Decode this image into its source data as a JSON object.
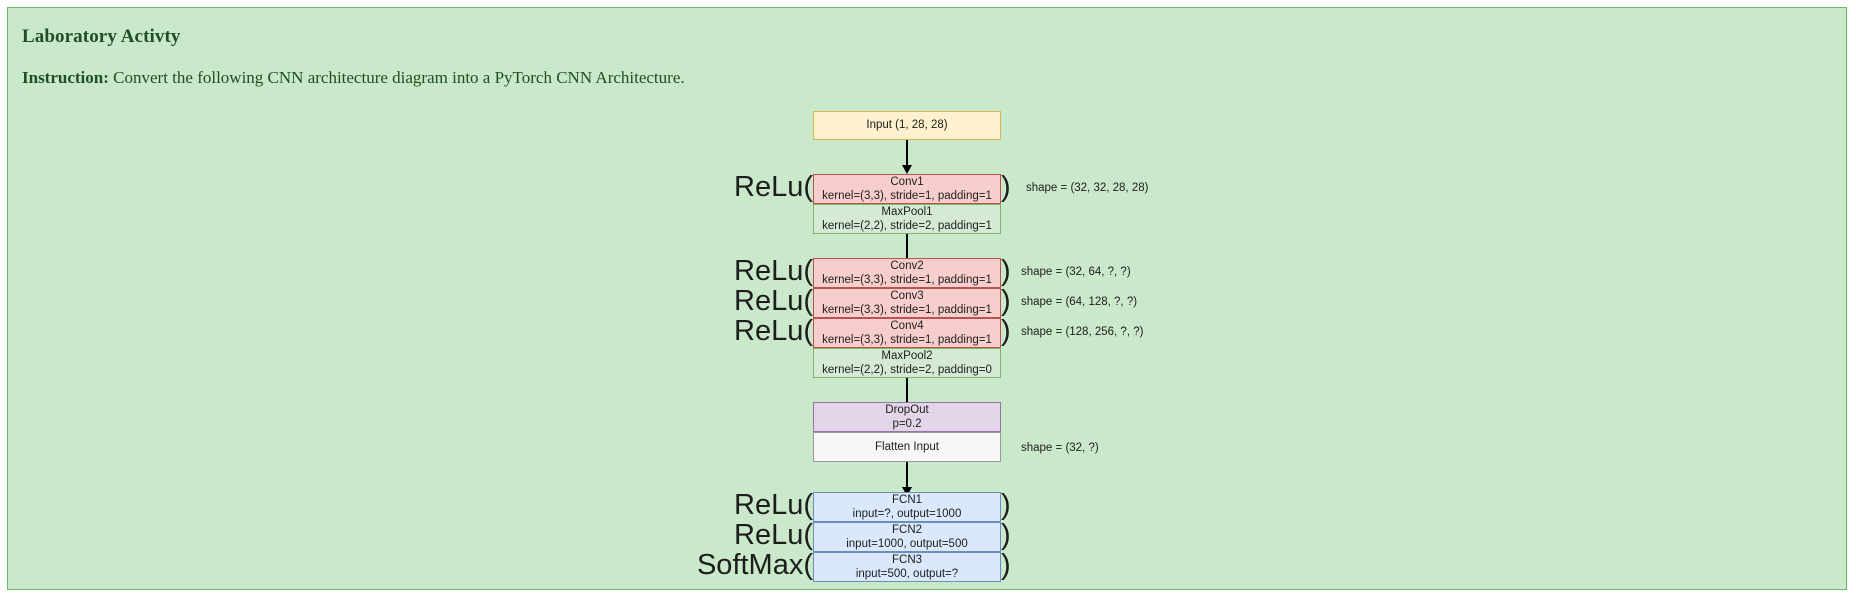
{
  "page": {
    "background_color": "#cae8ca",
    "border_color": "#6bb86b",
    "text_color": "#1f4f25"
  },
  "header": {
    "title": "Laboratory Activty",
    "instruction_label": "Instruction:",
    "instruction_text": "Convert the following CNN architecture diagram into a PyTorch CNN Architecture."
  },
  "diagram": {
    "type": "flowchart",
    "title": "CNN architecture diagram",
    "colors": {
      "input_fill": "#fdf2cd",
      "input_border": "#d6b656",
      "conv_fill": "#f8cecc",
      "conv_border": "#b85450",
      "pool_fill": "#d5ead5",
      "pool_border": "#82b366",
      "dropout_fill": "#e1d5e7",
      "dropout_border": "#9673a6",
      "flatten_fill": "#f7f7f7",
      "flatten_border": "#999999",
      "fcn_fill": "#dae8fc",
      "fcn_border": "#6c8ebf",
      "arrow": "#000000"
    },
    "nodes": [
      {
        "id": "input",
        "title": "Input (1, 28, 28)",
        "subtitle": "",
        "kind": "input"
      },
      {
        "id": "conv1",
        "title": "Conv1",
        "subtitle": "kernel=(3,3), stride=1, padding=1",
        "kind": "conv"
      },
      {
        "id": "maxpool1",
        "title": "MaxPool1",
        "subtitle": "kernel=(2,2), stride=2, padding=1",
        "kind": "pool"
      },
      {
        "id": "conv2",
        "title": "Conv2",
        "subtitle": "kernel=(3,3), stride=1, padding=1",
        "kind": "conv"
      },
      {
        "id": "conv3",
        "title": "Conv3",
        "subtitle": "kernel=(3,3), stride=1, padding=1",
        "kind": "conv"
      },
      {
        "id": "conv4",
        "title": "Conv4",
        "subtitle": "kernel=(3,3), stride=1, padding=1",
        "kind": "conv"
      },
      {
        "id": "maxpool2",
        "title": "MaxPool2",
        "subtitle": "kernel=(2,2), stride=2, padding=0",
        "kind": "pool"
      },
      {
        "id": "dropout",
        "title": "DropOut",
        "subtitle": "p=0.2",
        "kind": "dropout"
      },
      {
        "id": "flatten",
        "title": "Flatten Input",
        "subtitle": "",
        "kind": "flatten"
      },
      {
        "id": "fcn1",
        "title": "FCN1",
        "subtitle": "input=?, output=1000",
        "kind": "fcn"
      },
      {
        "id": "fcn2",
        "title": "FCN2",
        "subtitle": "input=1000, output=500",
        "kind": "fcn"
      },
      {
        "id": "fcn3",
        "title": "FCN3",
        "subtitle": "input=500, output=?",
        "kind": "fcn"
      }
    ],
    "activations": [
      {
        "for": "conv1",
        "open": "ReLu(",
        "close": ")"
      },
      {
        "for": "conv2",
        "open": "ReLu(",
        "close": ")"
      },
      {
        "for": "conv3",
        "open": "ReLu(",
        "close": ")"
      },
      {
        "for": "conv4",
        "open": "ReLu(",
        "close": ")"
      },
      {
        "for": "fcn1",
        "open": "ReLu(",
        "close": ")"
      },
      {
        "for": "fcn2",
        "open": "ReLu(",
        "close": ")"
      },
      {
        "for": "fcn3",
        "open": "SoftMax(",
        "close": ")"
      }
    ],
    "shape_notes": [
      {
        "for": "conv1",
        "text": "shape = (32, 32, 28, 28)"
      },
      {
        "for": "conv2",
        "text": "shape = (32, 64, ?, ?)"
      },
      {
        "for": "conv3",
        "text": "shape = (64, 128, ?, ?)"
      },
      {
        "for": "conv4",
        "text": "shape = (128, 256, ?, ?)"
      },
      {
        "for": "flatten",
        "text": "shape = (32, ?)"
      }
    ],
    "edges": [
      {
        "from": "input",
        "to": "conv1"
      },
      {
        "from": "maxpool1",
        "to": "conv2"
      },
      {
        "from": "maxpool2",
        "to": "dropout"
      },
      {
        "from": "flatten",
        "to": "fcn1"
      }
    ]
  }
}
